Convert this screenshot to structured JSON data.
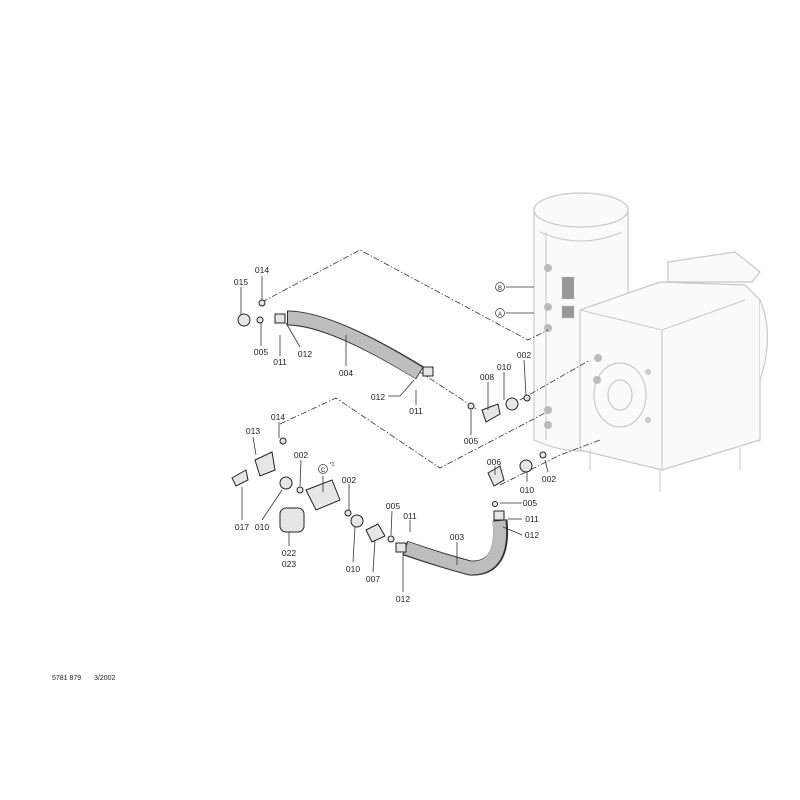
{
  "labels": {
    "p015": "015",
    "p014a": "014",
    "p005a": "005",
    "p011a": "011",
    "p012a": "012",
    "p004": "004",
    "p012b": "012",
    "p011b": "011",
    "p005b": "005",
    "p008": "008",
    "p010a": "010",
    "p002a": "002",
    "p014b": "014",
    "p013": "013",
    "p017": "017",
    "p010b": "010",
    "p002b": "002",
    "p002c": "002",
    "p022": "022",
    "p023": "023",
    "p010c": "010",
    "p007": "007",
    "p005c": "005",
    "p011c": "011",
    "p012c": "012",
    "p003": "003",
    "p006": "006",
    "p010d": "010",
    "p002d": "002",
    "p005d": "005",
    "p011d": "011",
    "p012d": "012"
  },
  "markers": {
    "B": "B",
    "A": "A",
    "C": "C",
    "C_note": "*1"
  },
  "footer": {
    "doc_number": "5781 879",
    "date": "3/2002"
  }
}
